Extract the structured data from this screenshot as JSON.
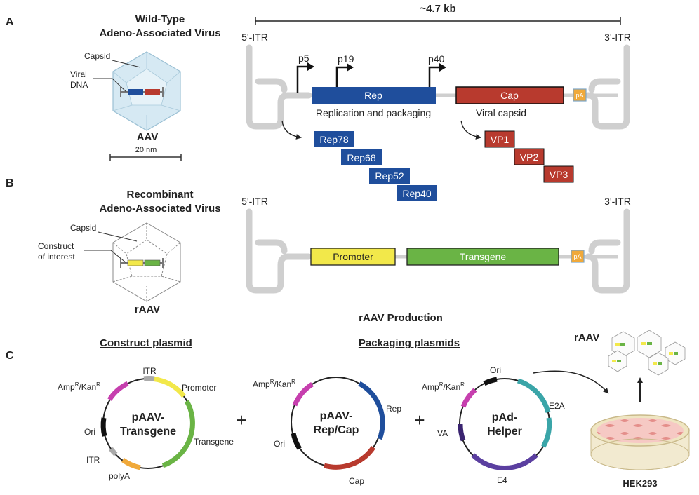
{
  "panels": {
    "a": "A",
    "b": "B",
    "c": "C"
  },
  "wild_type": {
    "title_line1": "Wild-Type",
    "title_line2": "Adeno-Associated Virus",
    "capsid_label": "Capsid",
    "dna_label_line1": "Viral",
    "dna_label_line2": "DNA",
    "virus_name": "AAV",
    "scale_label": "20 nm"
  },
  "genome_a": {
    "size_label": "~4.7 kb",
    "itr5": "5'-ITR",
    "itr3": "3'-ITR",
    "promoters": [
      "p5",
      "p19",
      "p40"
    ],
    "rep_label": "Rep",
    "cap_label": "Cap",
    "pa_label": "pA",
    "rep_caption": "Replication and packaging",
    "cap_caption": "Viral capsid",
    "rep_products": [
      "Rep78",
      "Rep68",
      "Rep52",
      "Rep40"
    ],
    "cap_products": [
      "VP1",
      "VP2",
      "VP3"
    ]
  },
  "recombinant": {
    "title_line1": "Recombinant",
    "title_line2": "Adeno-Associated Virus",
    "capsid_label": "Capsid",
    "construct_line1": "Construct",
    "construct_line2": "of interest",
    "virus_name": "rAAV"
  },
  "genome_b": {
    "itr5": "5'-ITR",
    "itr3": "3'-ITR",
    "promoter_label": "Promoter",
    "transgene_label": "Transgene",
    "pa_label": "pA"
  },
  "production": {
    "title": "rAAV Production",
    "construct_heading": "Construct plasmid",
    "packaging_heading": "Packaging plasmids",
    "plus": "+",
    "plasmid1": {
      "name_line1": "pAAV-",
      "name_line2": "Transgene",
      "resistance": "Amp",
      "resistance_sup": "R",
      "resistance_sep": "/Kan",
      "resistance_sup2": "R",
      "itr_top": "ITR",
      "promoter": "Promoter",
      "transgene": "Transgene",
      "ori": "Ori",
      "itr_bottom": "ITR",
      "polya": "polyA"
    },
    "plasmid2": {
      "name_line1": "pAAV-",
      "name_line2": "Rep/Cap",
      "resistance": "Amp",
      "resistance_sup": "R",
      "resistance_sep": "/Kan",
      "resistance_sup2": "R",
      "rep": "Rep",
      "ori": "Ori",
      "cap": "Cap"
    },
    "plasmid3": {
      "name_line1": "pAd-",
      "name_line2": "Helper",
      "resistance": "Amp",
      "resistance_sup": "R",
      "resistance_sep": "/Kan",
      "resistance_sup2": "R",
      "ori": "Ori",
      "e2a": "E2A",
      "va": "VA",
      "e4": "E4"
    },
    "output_label": "rAAV",
    "cells_label": "HEK293"
  },
  "colors": {
    "rep": "#1f4e9c",
    "cap": "#b83a2e",
    "promoter": "#f2e84a",
    "transgene": "#6ab445",
    "pa": "#f0a93a",
    "itr": "#cfcfcf",
    "magenta": "#c63fae",
    "teal": "#3aa5a8",
    "purple": "#5b3fa0"
  }
}
